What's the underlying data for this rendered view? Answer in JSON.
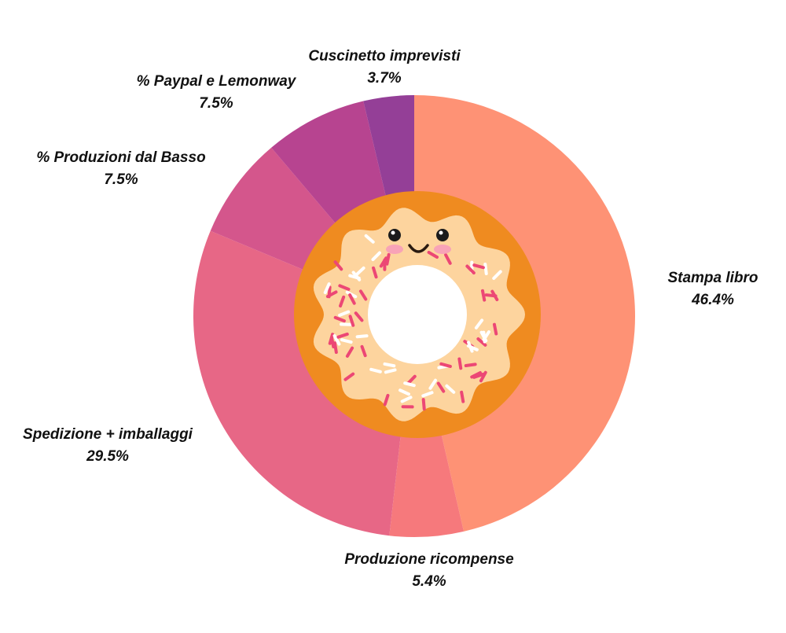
{
  "chart_data": {
    "type": "pie",
    "variant": "donut",
    "slices": [
      {
        "label": "Stampa libro",
        "value_label": "46.4%",
        "value": 46.4,
        "color": "#fe9275"
      },
      {
        "label": "Produzione ricompense",
        "value_label": "5.4%",
        "value": 5.4,
        "color": "#f6797c"
      },
      {
        "label": "Spedizione + imballaggi",
        "value_label": "29.5%",
        "value": 29.5,
        "color": "#e76786"
      },
      {
        "label": "% Produzioni dal Basso",
        "value_label": "7.5%",
        "value": 7.5,
        "color": "#d4568c"
      },
      {
        "label": "% Paypal e Lemonway",
        "value_label": "7.5%",
        "value": 7.5,
        "color": "#b74490"
      },
      {
        "label": "Cuscinetto imprevisti",
        "value_label": "3.7%",
        "value": 3.7,
        "color": "#943f97"
      }
    ],
    "center_illustration": "donut-mascot-icon",
    "colors": {
      "ring": "#ef8b20",
      "donut_dough": "#fdd49e",
      "sprinkle_pink": "#ec4775",
      "sprinkle_white": "#ffffff",
      "cheek": "#f8a3b7",
      "eye": "#1b1b1b"
    }
  }
}
